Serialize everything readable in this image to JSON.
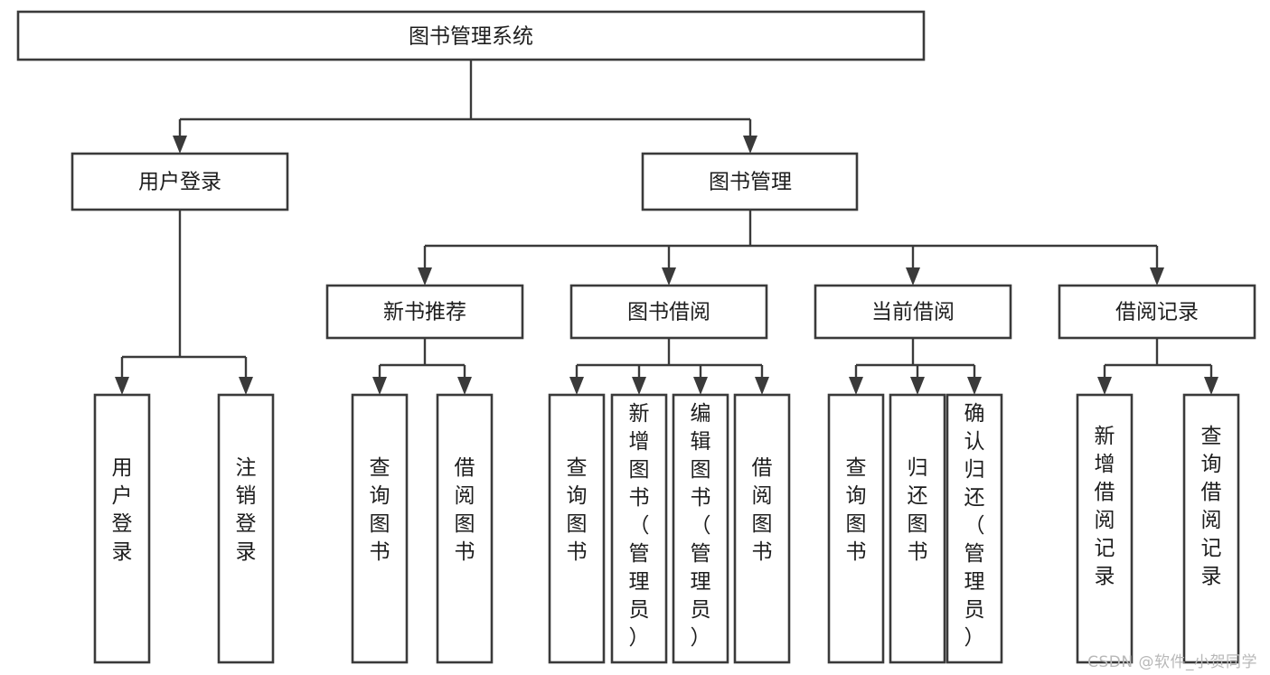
{
  "diagram": {
    "type": "tree-hierarchy",
    "root": {
      "id": "root",
      "label": "图书管理系统"
    },
    "level2": [
      {
        "id": "user-login",
        "label": "用户登录"
      },
      {
        "id": "book-manage",
        "label": "图书管理"
      }
    ],
    "level3": [
      {
        "id": "new-book-recommend",
        "label": "新书推荐",
        "parent": "book-manage"
      },
      {
        "id": "book-borrow",
        "label": "图书借阅",
        "parent": "book-manage"
      },
      {
        "id": "current-borrow",
        "label": "当前借阅",
        "parent": "book-manage"
      },
      {
        "id": "borrow-record",
        "label": "借阅记录",
        "parent": "book-manage"
      }
    ],
    "leaves": [
      {
        "id": "leaf-user-login",
        "label": "用户登录",
        "parent": "user-login"
      },
      {
        "id": "leaf-logout-login",
        "label": "注销登录",
        "parent": "user-login"
      },
      {
        "id": "leaf-query-book-1",
        "label": "查询图书",
        "parent": "new-book-recommend"
      },
      {
        "id": "leaf-borrow-book-1",
        "label": "借阅图书",
        "parent": "new-book-recommend"
      },
      {
        "id": "leaf-query-book-2",
        "label": "查询图书",
        "parent": "book-borrow"
      },
      {
        "id": "leaf-add-book",
        "label": "新增图书（管理员）",
        "parent": "book-borrow"
      },
      {
        "id": "leaf-edit-book",
        "label": "编辑图书（管理员）",
        "parent": "book-borrow"
      },
      {
        "id": "leaf-borrow-book-2",
        "label": "借阅图书",
        "parent": "book-borrow"
      },
      {
        "id": "leaf-query-book-3",
        "label": "查询图书",
        "parent": "current-borrow"
      },
      {
        "id": "leaf-return-book",
        "label": "归还图书",
        "parent": "current-borrow"
      },
      {
        "id": "leaf-confirm-return",
        "label": "确认归还（管理员）",
        "parent": "current-borrow"
      },
      {
        "id": "leaf-add-record",
        "label": "新增借阅记录",
        "parent": "borrow-record"
      },
      {
        "id": "leaf-query-record",
        "label": "查询借阅记录",
        "parent": "borrow-record"
      }
    ],
    "colors": {
      "stroke": "#3a3a3a",
      "fill": "#ffffff",
      "text": "#1d1d1d",
      "background": "#ffffff",
      "watermark": "#b8b8b8"
    }
  },
  "watermark": {
    "label": "CSDN @软件_小贺同学"
  }
}
